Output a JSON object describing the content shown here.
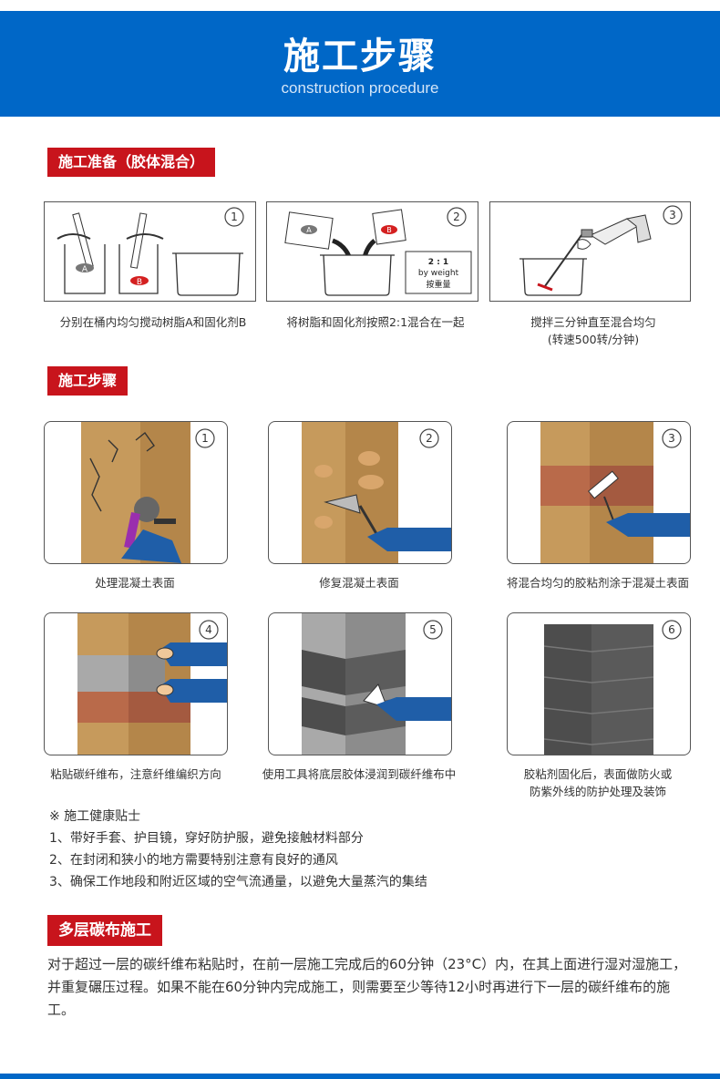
{
  "header": {
    "title": "施工步骤",
    "subtitle": "construction procedure"
  },
  "section1": {
    "tag": "施工准备（胶体混合）",
    "steps": [
      {
        "num": "1",
        "caption": "分别在桶内均匀搅动树脂A和固化剂B",
        "label_a": "A",
        "label_b": "B"
      },
      {
        "num": "2",
        "caption": "将树脂和固化剂按照2:1混合在一起",
        "label_a": "A",
        "label_b": "B",
        "ratio": "2 : 1",
        "ratio_en": "by weight",
        "ratio_cn": "按重量"
      },
      {
        "num": "3",
        "caption_line1": "搅拌三分钟直至混合均匀",
        "caption_line2": "(转速500转/分钟)"
      }
    ]
  },
  "section2": {
    "tag": "施工步骤",
    "steps": [
      {
        "num": "1",
        "caption": "处理混凝土表面"
      },
      {
        "num": "2",
        "caption": "修复混凝土表面"
      },
      {
        "num": "3",
        "caption": "将混合均匀的胶粘剂涂于混凝土表面"
      },
      {
        "num": "4",
        "caption": "粘贴碳纤维布，注意纤维编织方向"
      },
      {
        "num": "5",
        "caption": "使用工具将底层胶体浸润到碳纤维布中"
      },
      {
        "num": "6",
        "caption_line1": "胶粘剂固化后，表面做防火或",
        "caption_line2": "防紫外线的防护处理及装饰"
      }
    ]
  },
  "tips": {
    "title": "※  施工健康贴士",
    "items": [
      "1、带好手套、护目镜，穿好防护服，避免接触材料部分",
      "2、在封闭和狭小的地方需要特别注意有良好的通风",
      "3、确保工作地段和附近区域的空气流通量，以避免大量蒸汽的集结"
    ]
  },
  "section3": {
    "tag": "多层碳布施工",
    "paragraph": "对于超过一层的碳纤维布粘贴时，在前一层施工完成后的60分钟（23°C）内，在其上面进行湿对湿施工，并重复碾压过程。如果不能在60分钟内完成施工，则需要至少等待12小时再进行下一层的碳纤维布的施工。"
  },
  "colors": {
    "blue": "#0067c7",
    "red": "#c8141c",
    "concrete": "#c69a5c",
    "carbon": "#4d4d4d"
  }
}
